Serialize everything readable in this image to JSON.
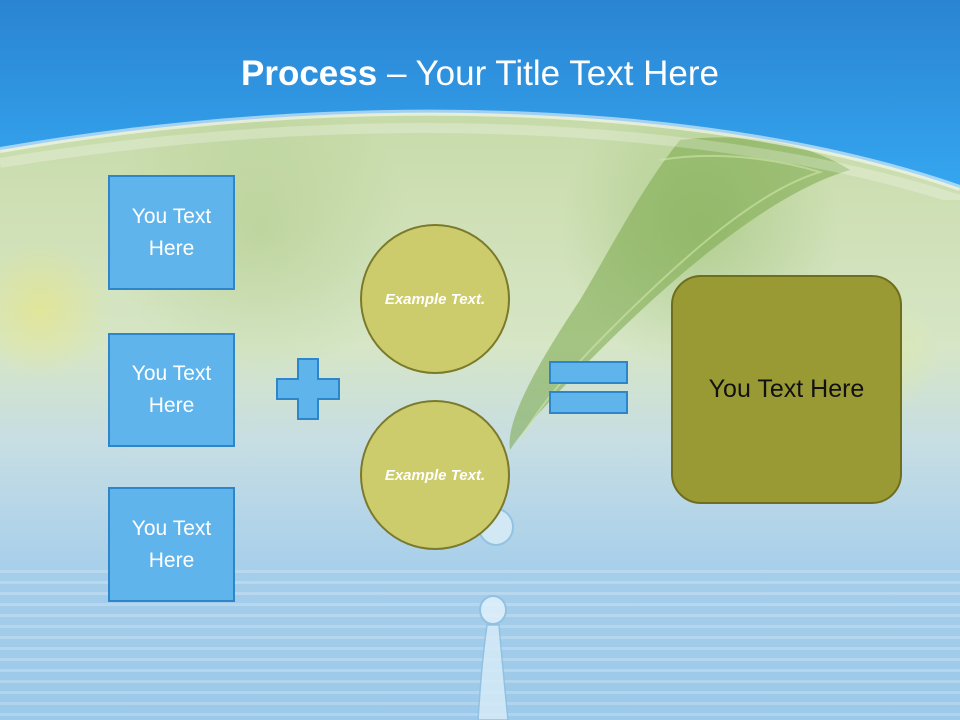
{
  "title": {
    "bold": "Process",
    "separator": " – ",
    "rest": "Your Title Text Here"
  },
  "left_boxes": [
    {
      "label": "You Text Here"
    },
    {
      "label": "You Text Here"
    },
    {
      "label": "You Text Here"
    }
  ],
  "circles": [
    {
      "label": "Example Text."
    },
    {
      "label": "Example Text."
    }
  ],
  "result": {
    "label": "You Text Here"
  },
  "operators": {
    "plus": "plus-icon",
    "equals": "equals-icon"
  },
  "colors": {
    "header_blue": "#2f9ae6",
    "box_fill": "#5fb4ec",
    "box_border": "#2c86c9",
    "circle_fill": "#cdcc6c",
    "result_fill": "#9a9a34"
  }
}
